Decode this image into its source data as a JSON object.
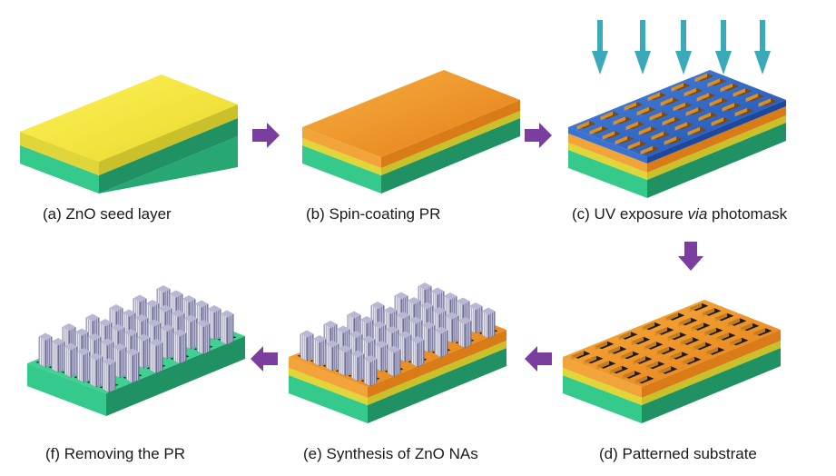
{
  "steps": {
    "a": {
      "label": "(a) ZnO seed layer"
    },
    "b": {
      "label": "(b) Spin-coating PR"
    },
    "c": {
      "label_prefix": "(c) UV exposure ",
      "label_italic": "via",
      "label_suffix": " photomask"
    },
    "d": {
      "label": "(d) Patterned substrate"
    },
    "e": {
      "label": "(e) Synthesis of ZnO NAs"
    },
    "f": {
      "label": "(f) Removing the PR"
    }
  },
  "colors": {
    "arrow": "#7a3f9e",
    "uv_arrow": "#3aa9b9",
    "substrate": "#2fbf82",
    "seed_layer": "#e8e640",
    "photoresist": "#f09a2a",
    "photomask": "#2d63c8",
    "nanorod": "#8a8aa8"
  }
}
